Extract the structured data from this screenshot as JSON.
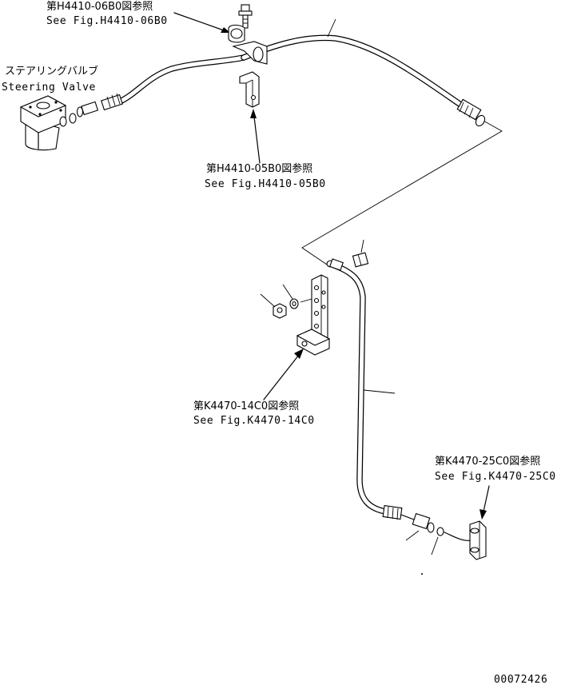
{
  "references": {
    "fig_06b0": {
      "jp": "第H4410-06B0図参照",
      "en": "See Fig.H4410-06B0"
    },
    "fig_05b0": {
      "jp": "第H4410-05B0図参照",
      "en": "See Fig.H4410-05B0"
    },
    "fig_14c0": {
      "jp": "第K4470-14C0図参照",
      "en": "See Fig.K4470-14C0"
    },
    "fig_25c0": {
      "jp": "第K4470-25C0図参照",
      "en": "See Fig.K4470-25C0"
    }
  },
  "steering_valve": {
    "jp": "ステアリングバルブ",
    "en": "Steering Valve"
  },
  "drawing_number": "00072426"
}
